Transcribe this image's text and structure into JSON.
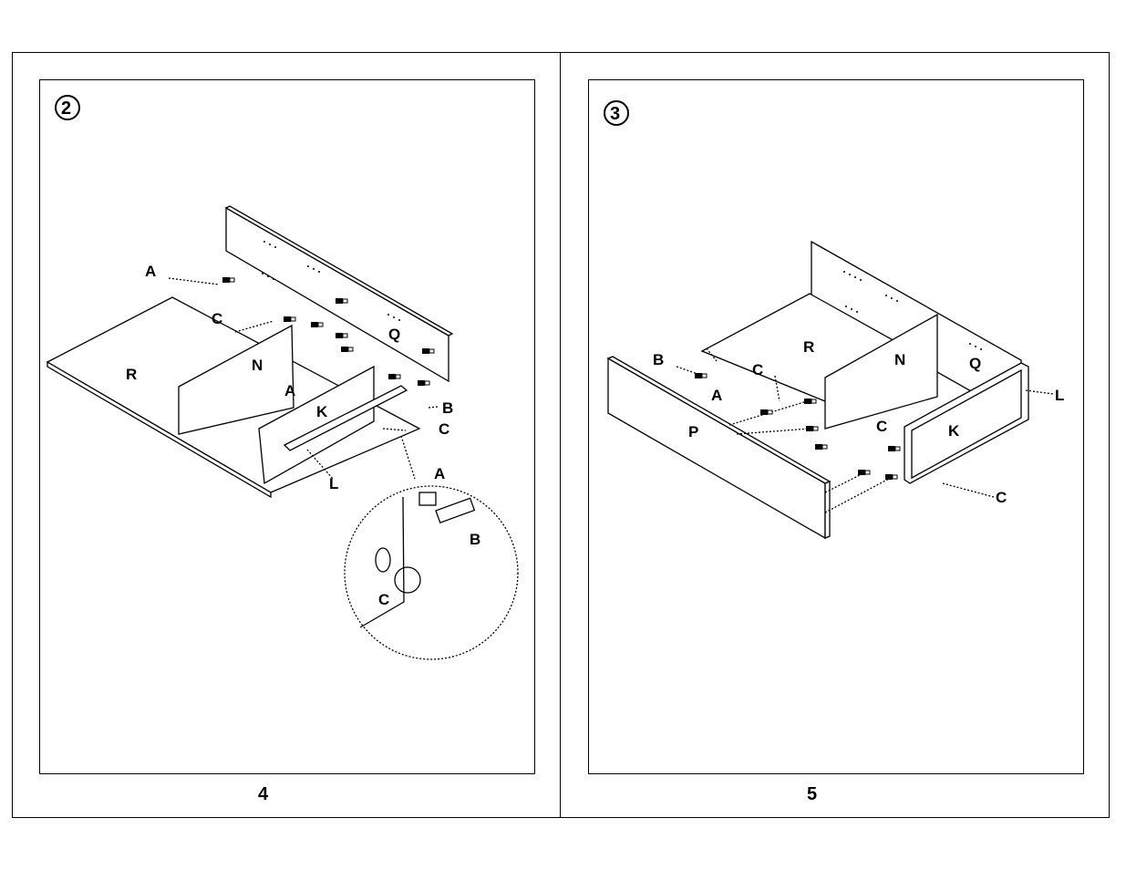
{
  "pages": [
    {
      "page_number": "4",
      "step_number": "2",
      "panel_labels": {
        "R": "R",
        "N": "N",
        "Q": "Q",
        "K": "K",
        "L": "L"
      },
      "hardware_labels": {
        "A1": "A",
        "C1": "C",
        "A2": "A",
        "B1": "B",
        "C2": "C"
      },
      "detail_labels": {
        "A": "A",
        "B": "B",
        "C": "C"
      }
    },
    {
      "page_number": "5",
      "step_number": "3",
      "panel_labels": {
        "R": "R",
        "N": "N",
        "Q": "Q",
        "P": "P",
        "K": "K",
        "L": "L"
      },
      "hardware_labels": {
        "B": "B",
        "A": "A",
        "C1": "C",
        "C2": "C",
        "C3": "C"
      }
    }
  ],
  "colors": {
    "line": "#000000",
    "paper": "#ffffff"
  },
  "icons": {
    "detail_callout": "magnifier-circle",
    "hardware": "cam-lock-fitting"
  }
}
